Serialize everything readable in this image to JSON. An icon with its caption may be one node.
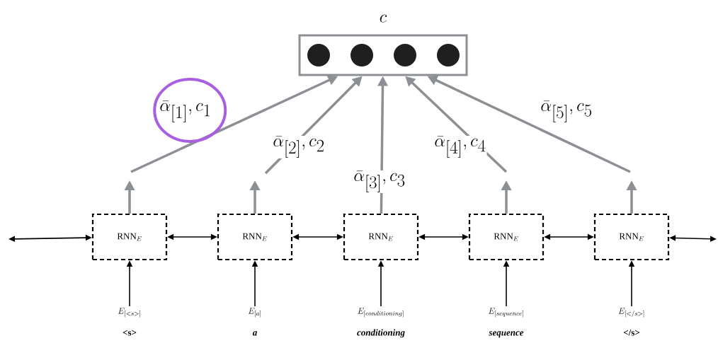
{
  "diagram": {
    "nodes": [
      {
        "text": [
          "c"
        ]
      },
      {
        "text": [
          "\\mathrm{RNN}_{E}"
        ]
      },
      {
        "text": [
          "\\mathrm{RNN}_{E}"
        ]
      },
      {
        "text": [
          "\\mathrm{RNN}_{E}"
        ]
      },
      {
        "text": [
          "\\mathrm{RNN}_{E}"
        ]
      },
      {
        "text": [
          "\\mathrm{RNN}_{E}"
        ]
      },
      {
        "text": [
          "E_{[<s>]}",
          "<s>"
        ]
      },
      {
        "text": [
          "E_{[a]}",
          "a"
        ]
      },
      {
        "text": [
          "E_{[conditioning]}",
          "conditioning"
        ]
      },
      {
        "text": [
          "E_{[sequence]}",
          "sequence"
        ]
      },
      {
        "text": [
          "E_{[</s>]}",
          "</s>"
        ]
      }
    ],
    "edges": [
      {
        "from": 1,
        "to": null,
        "arrow": "to",
        "style": "thick",
        "color": "#8c8f93"
      },
      {
        "from": 2,
        "to": null,
        "arrow": "to",
        "style": "thick",
        "color": "#8c8f93"
      },
      {
        "from": 4,
        "to": null,
        "arrow": "to",
        "style": "thick",
        "color": "#8c8f93"
      },
      {
        "from": 5,
        "to": null,
        "arrow": "to",
        "style": "thick",
        "color": "#8c8f93"
      },
      {
        "from": null,
        "to": 0,
        "arrow": "to",
        "style": "thick",
        "color": "#8c8f93",
        "label": "\\bar{\\alpha}_{[1]}, c_{1}"
      },
      {
        "from": null,
        "to": 0,
        "arrow": "to",
        "style": "thick",
        "color": "#8c8f93",
        "label": "\\bar{\\alpha}_{[2]}, c_{2}"
      },
      {
        "from": 3,
        "to": 0,
        "arrow": "to",
        "style": "thick",
        "color": "#8c8f93",
        "label": "\\bar{\\alpha}_{[3]}, c_{3}"
      },
      {
        "from": null,
        "to": 0,
        "arrow": "to",
        "style": "thick",
        "color": "#8c8f93",
        "label": "\\bar{\\alpha}_{[4]}, c_{4}"
      },
      {
        "from": null,
        "to": 0,
        "arrow": "to",
        "style": "thick",
        "color": "#8c8f93",
        "label": "\\bar{\\alpha}_{[5]}, c_{5}"
      },
      {
        "from": null,
        "to": 1,
        "arrow": "both"
      },
      {
        "from": 1,
        "to": 2,
        "arrow": "both"
      },
      {
        "from": 2,
        "to": 3,
        "arrow": "both"
      },
      {
        "from": 3,
        "to": 4,
        "arrow": "both"
      },
      {
        "from": 4,
        "to": 5,
        "arrow": "both"
      },
      {
        "from": 5,
        "to": null,
        "arrow": "both"
      },
      {
        "from": 6,
        "to": 1,
        "arrow": "to"
      },
      {
        "from": 7,
        "to": 2,
        "arrow": "to"
      },
      {
        "from": 8,
        "to": 3,
        "arrow": "to"
      },
      {
        "from": 9,
        "to": 4,
        "arrow": "to"
      },
      {
        "from": 10,
        "to": 5,
        "arrow": "to"
      }
    ]
  }
}
